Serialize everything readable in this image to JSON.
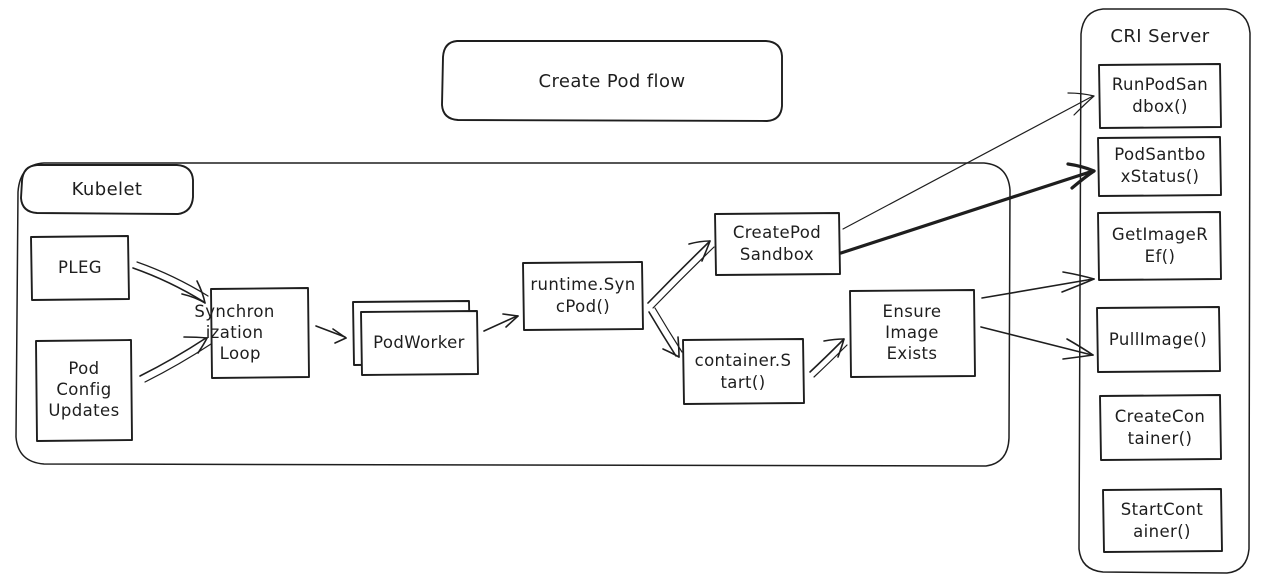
{
  "diagram": {
    "title": "Create Pod flow",
    "style": "hand-drawn",
    "stroke_color": "#1e1e1e",
    "background_color": "#ffffff",
    "groups": [
      {
        "id": "kubelet",
        "label": "Kubelet"
      },
      {
        "id": "cri_server",
        "label": "CRI Server"
      }
    ],
    "kubelet_nodes": [
      {
        "id": "pleg",
        "label": "PLEG"
      },
      {
        "id": "pod_config_updates",
        "label": "Pod\nConfig\nUpdates"
      },
      {
        "id": "sync_loop",
        "label": "Synchron\nization\nLoop"
      },
      {
        "id": "pod_worker",
        "label": "PodWorker"
      },
      {
        "id": "runtime_syncpod",
        "label": "runtime.Syn\ncPod()"
      },
      {
        "id": "create_pod_sandbox",
        "label": "CreatePod\nSandbox"
      },
      {
        "id": "container_start",
        "label": "container.S\ntart()"
      },
      {
        "id": "ensure_image_exists",
        "label": "Ensure\nImage\nExists"
      }
    ],
    "cri_nodes": [
      {
        "id": "run_pod_sandbox",
        "label": "RunPodSan\ndbox()"
      },
      {
        "id": "pod_sandbox_status",
        "label": "PodSantbo\nxStatus()"
      },
      {
        "id": "get_image_ref",
        "label": "GetImageR\nEf()"
      },
      {
        "id": "pull_image",
        "label": "PullImage()"
      },
      {
        "id": "create_container",
        "label": "CreateCon\ntainer()"
      },
      {
        "id": "start_container",
        "label": "StartCont\nainer()"
      }
    ],
    "edges": [
      {
        "from": "pleg",
        "to": "sync_loop"
      },
      {
        "from": "pod_config_updates",
        "to": "sync_loop"
      },
      {
        "from": "sync_loop",
        "to": "pod_worker"
      },
      {
        "from": "pod_worker",
        "to": "runtime_syncpod"
      },
      {
        "from": "runtime_syncpod",
        "to": "create_pod_sandbox"
      },
      {
        "from": "runtime_syncpod",
        "to": "container_start"
      },
      {
        "from": "container_start",
        "to": "ensure_image_exists"
      },
      {
        "from": "create_pod_sandbox",
        "to": "run_pod_sandbox"
      },
      {
        "from": "create_pod_sandbox",
        "to": "pod_sandbox_status"
      },
      {
        "from": "ensure_image_exists",
        "to": "get_image_ref"
      },
      {
        "from": "ensure_image_exists",
        "to": "pull_image"
      }
    ]
  }
}
